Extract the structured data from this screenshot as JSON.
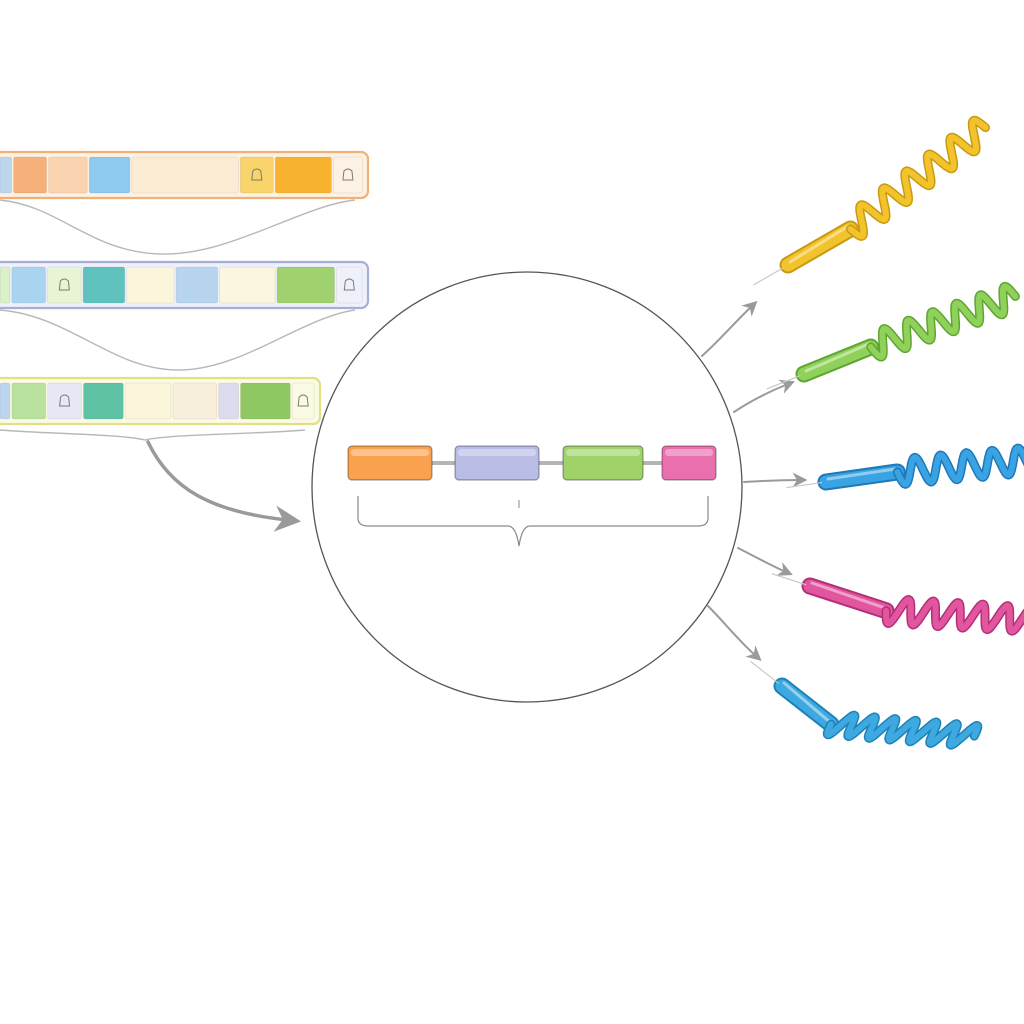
{
  "colors": {
    "background": "#ffffff",
    "connector": "#9a9a9a",
    "outline": "#555555",
    "strip_a_frame": "#f0b078",
    "strip_a_fill": "#fdf1e3",
    "strip_b_frame": "#a7aed6",
    "strip_b_fill": "#eef0fa",
    "strip_c_frame": "#e0e08a",
    "strip_c_fill": "#fbfbe4"
  },
  "icons": {
    "segment_marker": "bell-glyph-icon",
    "connector_arrow": "curved-arrow-icon",
    "summary_bracket": "curly-brace-icon"
  },
  "strips": [
    {
      "name": "strip-orange",
      "frame": "#f0b078",
      "fill": "#fdf1e3",
      "segments": [
        {
          "color": "#bcd6ee",
          "marker": false
        },
        {
          "color": "#f6b07a",
          "marker": false
        },
        {
          "color": "#fad3b0",
          "marker": false
        },
        {
          "color": "#8ec9ef",
          "marker": false
        },
        {
          "color": "#fcecd4",
          "marker": false
        },
        {
          "color": "#f8d46a",
          "marker": true
        },
        {
          "color": "#f9b230",
          "marker": false
        },
        {
          "color": "#fdf1e3",
          "marker": true
        }
      ]
    },
    {
      "name": "strip-lavender",
      "frame": "#a7aed6",
      "fill": "#eef0fa",
      "segments": [
        {
          "color": "#d9f0c9",
          "marker": false
        },
        {
          "color": "#a9d4ef",
          "marker": false
        },
        {
          "color": "#e8f4d4",
          "marker": true
        },
        {
          "color": "#5fc2be",
          "marker": false
        },
        {
          "color": "#fbf5dc",
          "marker": false
        },
        {
          "color": "#b8d5ef",
          "marker": false
        },
        {
          "color": "#fbf6de",
          "marker": false
        },
        {
          "color": "#9fd16f",
          "marker": false
        },
        {
          "color": "#eef0fa",
          "marker": true
        }
      ]
    },
    {
      "name": "strip-lime",
      "frame": "#e0e08a",
      "fill": "#fbfbe4",
      "segments": [
        {
          "color": "#bcd6ee",
          "marker": false
        },
        {
          "color": "#b9e2a0",
          "marker": false
        },
        {
          "color": "#e6e8f6",
          "marker": true
        },
        {
          "color": "#5fc2a4",
          "marker": false
        },
        {
          "color": "#fbf5dc",
          "marker": false
        },
        {
          "color": "#f8eedc",
          "marker": false
        },
        {
          "color": "#dcdcee",
          "marker": false
        },
        {
          "color": "#8fc862",
          "marker": false
        },
        {
          "color": "#fbfbe4",
          "marker": true
        }
      ]
    }
  ],
  "chain": [
    {
      "name": "orange",
      "color": "#f9a14e"
    },
    {
      "name": "lavender",
      "color": "#b9bde6"
    },
    {
      "name": "green",
      "color": "#9fd36a"
    },
    {
      "name": "pink",
      "color": "#e96fae"
    }
  ],
  "helices": [
    {
      "name": "yellow",
      "color": "#f2c32a",
      "dark": "#c99a10"
    },
    {
      "name": "green",
      "color": "#8fd15a",
      "dark": "#5ea532"
    },
    {
      "name": "blue",
      "color": "#3aa3e3",
      "dark": "#1f78b8"
    },
    {
      "name": "pink",
      "color": "#e2559f",
      "dark": "#b33077"
    },
    {
      "name": "cyan",
      "color": "#3ea9e0",
      "dark": "#1d82b8"
    }
  ]
}
